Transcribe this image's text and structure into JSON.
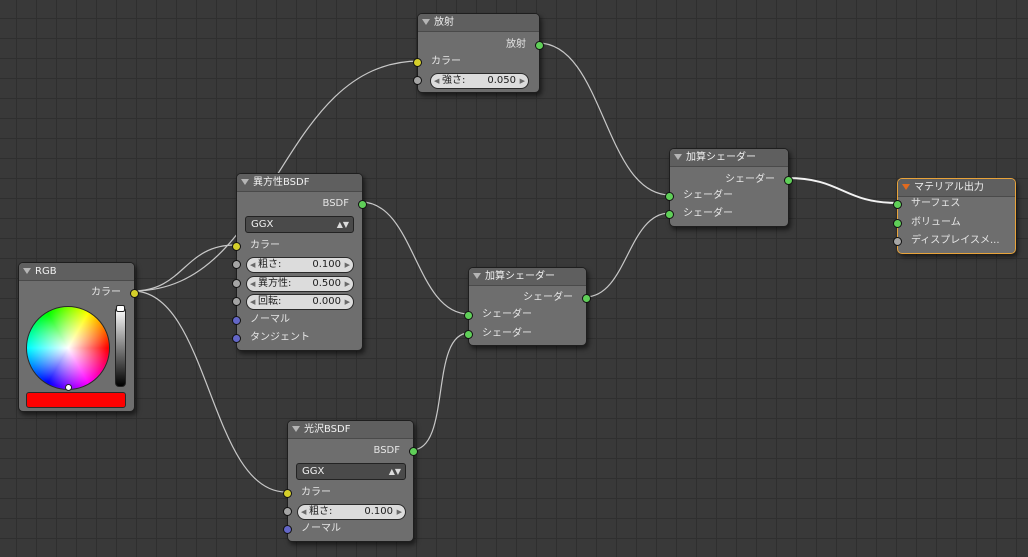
{
  "colors": {
    "rgb_swatch": "#ff0000",
    "wire": "#c8c8c8",
    "active_border": "#e8a33a"
  },
  "nodes": {
    "emission": {
      "title": "放射",
      "output": "放射",
      "input_color": "カラー",
      "strength_label": "強さ:",
      "strength_value": "0.050"
    },
    "anisotropic": {
      "title": "異方性BSDF",
      "output": "BSDF",
      "distribution": "GGX",
      "input_color": "カラー",
      "roughness_label": "粗さ:",
      "roughness_value": "0.100",
      "anisotropy_label": "異方性:",
      "anisotropy_value": "0.500",
      "rotation_label": "回転:",
      "rotation_value": "0.000",
      "input_normal": "ノーマル",
      "input_tangent": "タンジェント"
    },
    "rgb": {
      "title": "RGB",
      "output": "カラー"
    },
    "add_shader_top": {
      "title": "加算シェーダー",
      "output": "シェーダー",
      "input1": "シェーダー",
      "input2": "シェーダー"
    },
    "add_shader_mid": {
      "title": "加算シェーダー",
      "output": "シェーダー",
      "input1": "シェーダー",
      "input2": "シェーダー"
    },
    "glossy": {
      "title": "光沢BSDF",
      "output": "BSDF",
      "distribution": "GGX",
      "input_color": "カラー",
      "roughness_label": "粗さ:",
      "roughness_value": "0.100",
      "input_normal": "ノーマル"
    },
    "material_output": {
      "title": "マテリアル出力",
      "input_surface": "サーフェス",
      "input_volume": "ボリューム",
      "input_displacement": "ディスプレイスメ..."
    }
  }
}
